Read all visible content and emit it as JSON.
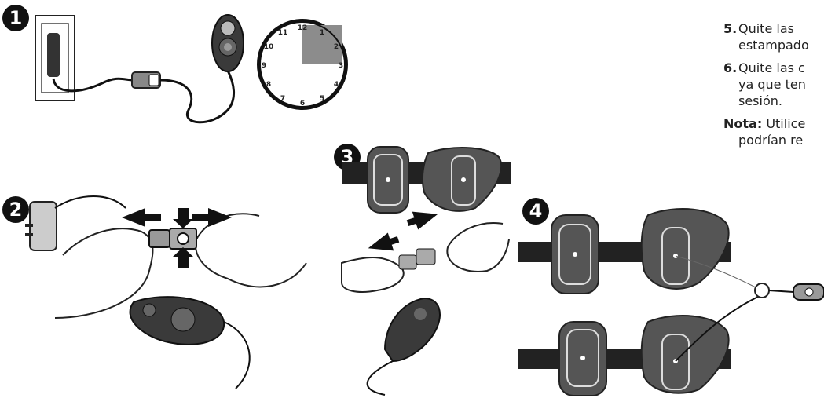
{
  "steps": [
    {
      "number": "1"
    },
    {
      "number": "2"
    },
    {
      "number": "3"
    },
    {
      "number": "4"
    }
  ],
  "clock": {
    "numerals": [
      "12",
      "1",
      "2",
      "3",
      "4",
      "5",
      "6",
      "7",
      "8",
      "9",
      "10",
      "11"
    ]
  },
  "instructions": [
    {
      "number": "5.",
      "line1": "Quite las",
      "line2": "estampado"
    },
    {
      "number": "6.",
      "line1": "Quite las c",
      "line2": "ya que ten",
      "line3": "sesión."
    }
  ],
  "note": {
    "label": "Nota:",
    "line1": " Utilice",
    "line2": "podrían re"
  }
}
